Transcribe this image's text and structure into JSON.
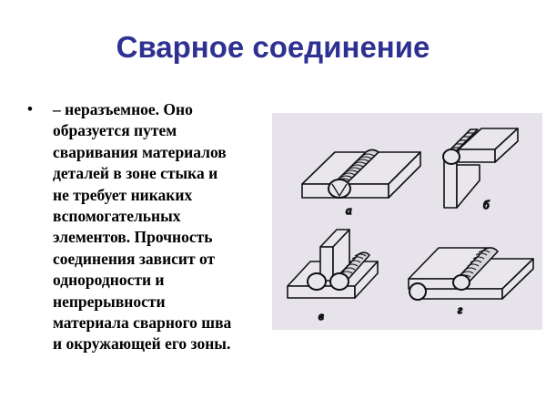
{
  "slide": {
    "title": "Сварное соединение",
    "bullet_symbol": "•",
    "bullet_lines": [
      "– неразъемное. Оно",
      "образуется путем",
      "сваривания материалов",
      "деталей в зоне стыка и",
      "не требует никаких",
      "вспомогательных",
      "элементов. Прочность",
      "соединения зависит от",
      "однородности и",
      "непрерывности",
      "материала сварного шва",
      "и окружающей его зоны."
    ],
    "figure": {
      "background": "#e6e3ea",
      "labels": [
        "а",
        "б",
        "в",
        "г"
      ]
    },
    "colors": {
      "title": "#2e3192",
      "text": "#000000"
    }
  }
}
